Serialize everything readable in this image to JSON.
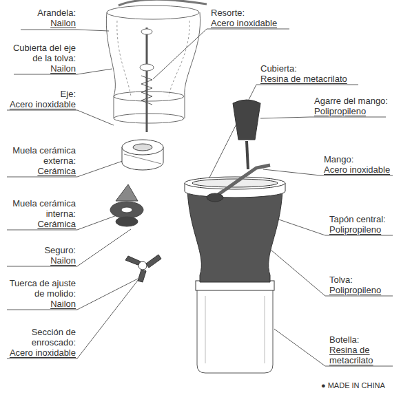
{
  "diagram": {
    "labels": [
      "Arandela:",
      "Nailon",
      "Cubierta del eje de la tolva:",
      "Nailon",
      "Eje:",
      "Acero inoxidable",
      "Muela cerámica externa:",
      "Cerámica",
      "Muela cerámica interna:",
      "Cerámica",
      "Seguro:",
      "Nailon",
      "Tuerca de ajuste de molido:",
      "Nailon",
      "Sección de enroscado:",
      "Acero inoxidable",
      "Resorte:",
      "Acero inoxidable",
      "Cubierta:",
      "Resina de metacrilato",
      "Agarre del mango:",
      "Polipropileno",
      "Mango:",
      "Acero inoxidable",
      "Tapón central:",
      "Polipropileno",
      "Tolva:",
      "Polipropileno",
      "Botella:",
      "Resina de metacrilato",
      "● MADE IN CHINA"
    ]
  }
}
